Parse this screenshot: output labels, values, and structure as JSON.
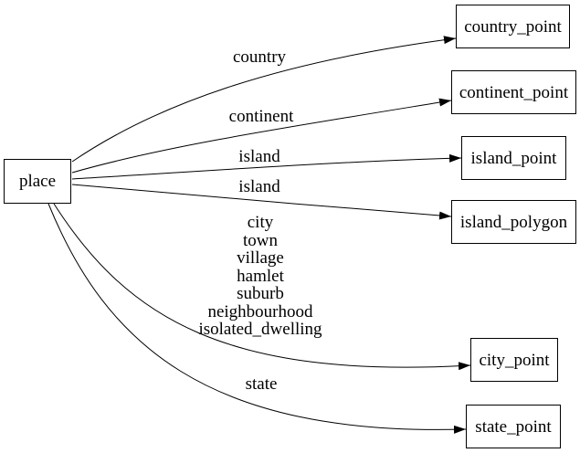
{
  "diagram": {
    "type": "directed-graph",
    "source": {
      "label": "place"
    },
    "edges": [
      {
        "target": "country_point",
        "label": "country"
      },
      {
        "target": "continent_point",
        "label": "continent"
      },
      {
        "target": "island_point",
        "label": "island"
      },
      {
        "target": "island_polygon",
        "label": "island"
      },
      {
        "target": "city_point",
        "label": "city\ntown\nvillage\nhamlet\nsuburb\nneighbourhood\nisolated_dwelling"
      },
      {
        "target": "state_point",
        "label": "state"
      }
    ],
    "colors": {
      "background": "#ffffff",
      "node_fill": "#ffffff",
      "node_border": "#000000",
      "edge_stroke": "#000000",
      "text": "#000000"
    }
  }
}
